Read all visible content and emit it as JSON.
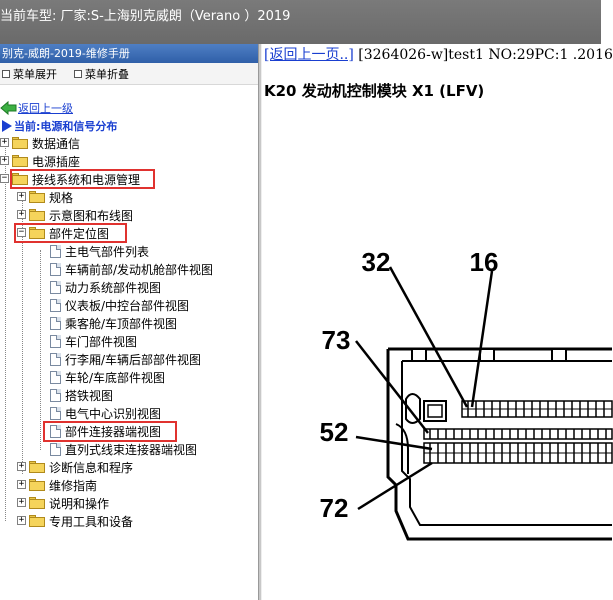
{
  "window": {
    "title": "当前车型:  厂家:S-上海别克威朗（Verano ）2019"
  },
  "sidebar": {
    "header": "别克-威朗-2019-维修手册",
    "expand_label": "菜单展开",
    "collapse_label": "菜单折叠",
    "up_link": "返回上一级",
    "current": "当前:电源和信号分布",
    "nodes": [
      {
        "label": "数据通信"
      },
      {
        "label": "电源插座"
      },
      {
        "label": "接线系统和电源管理"
      },
      {
        "label": "规格"
      },
      {
        "label": "示意图和布线图"
      },
      {
        "label": "部件定位图"
      },
      {
        "label": "主电气部件列表"
      },
      {
        "label": "车辆前部/发动机舱部件视图"
      },
      {
        "label": "动力系统部件视图"
      },
      {
        "label": "仪表板/中控台部件视图"
      },
      {
        "label": "乘客舱/车顶部件视图"
      },
      {
        "label": "车门部件视图"
      },
      {
        "label": "行李厢/车辆后部部件视图"
      },
      {
        "label": "车轮/车底部件视图"
      },
      {
        "label": "搭铁视图"
      },
      {
        "label": "电气中心识别视图"
      },
      {
        "label": "部件连接器端视图"
      },
      {
        "label": "直列式线束连接器端视图"
      },
      {
        "label": "诊断信息和程序"
      },
      {
        "label": "维修指南"
      },
      {
        "label": "说明和操作"
      },
      {
        "label": "专用工具和设备"
      }
    ]
  },
  "content": {
    "back_link": "[返回上一页..]",
    "doc_info": " [3264026-w]test1 NO:29PC:1 .2016",
    "title": "K20 发动机控制模块 X1 (LFV)",
    "pin_labels": [
      "32",
      "16",
      "73",
      "52",
      "72"
    ]
  },
  "colors": {
    "highlight": "#e0322f",
    "link": "#1a3fd0",
    "folder": "#f5d45b",
    "header_blue": "#2f5fa8"
  }
}
